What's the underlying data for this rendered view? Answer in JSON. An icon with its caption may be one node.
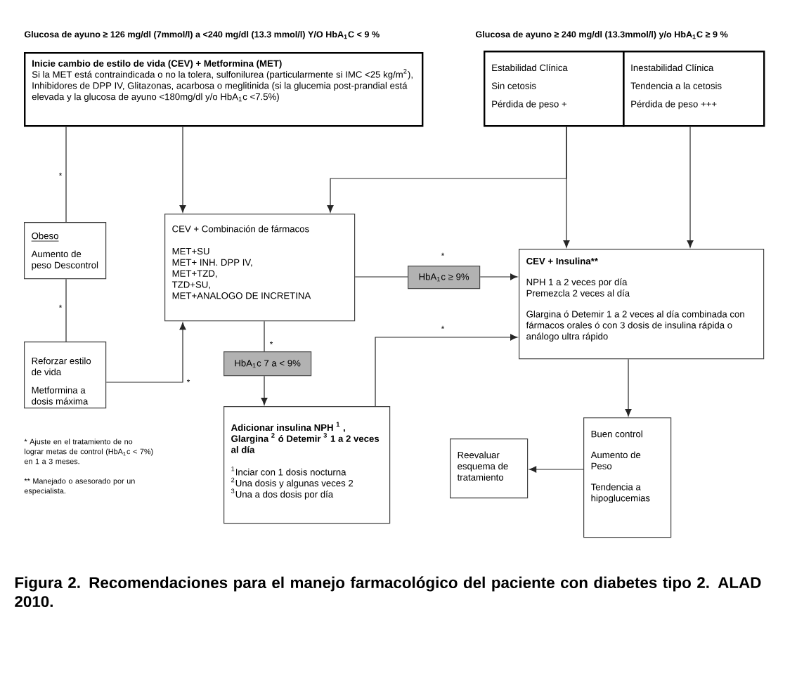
{
  "diagram": {
    "caption": "Figura 2. Recomendaciones para el manejo farmacológico del paciente con diabetes tipo 2. ALAD 2010.",
    "nodes": [
      {
        "text": [
          "Inicie  cambio de estilo de vida (CEV) + Metformina (MET)",
          "Si la MET está contraindicada o no la tolera,  sulfonilurea (particularmente si IMC <25 kg/m$^{2}$), Inhibidores de DPP IV,  Glitazonas,  acarbosa o meglitinida (si la glucemia post-prandial está  elevada  y la glucosa de ayuno <180mg/dl y/o HbA$_{1}$c <7.5%)"
        ]
      },
      {
        "text": [
          "Estabilidad Clínica",
          "Sin cetosis",
          "Pérdida de peso +"
        ]
      },
      {
        "text": [
          "Inestabilidad Clínica",
          "Tendencia a la cetosis",
          "Pérdida de peso +++"
        ]
      },
      {
        "text": [
          "Obeso",
          "Aumento de peso Descontrol"
        ]
      },
      {
        "text": [
          "Reforzar estilo de vida",
          "Metformina a dosis máxima"
        ]
      },
      {
        "text": [
          "CEV + Combinación de fármacos",
          "MET+SU",
          "MET+ INH. DPP IV,",
          "MET+TZD,",
          "TZD+SU,",
          "MET+ANALOGO DE INCRETINA"
        ]
      },
      {
        "text": [
          "HbA$_{1}$c ≥ 9%"
        ]
      },
      {
        "text": [
          "HbA$_{1}$c 7 a < 9%"
        ]
      },
      {
        "text": [
          "CEV + Insulina**",
          "NPH 1 a 2 veces por día",
          "Premezcla 2 veces al día",
          "Glargina  ó  Detemir  1 a 2 veces al día combinada con fármacos orales ó con 3 dosis de insulina rápida o análogo ultra rápido"
        ]
      },
      {
        "text": [
          "Adicionar insulina NPH $^{1}$ , Glargina $^{2}$ ó Detemir $^{3}$ 1 a  2 veces al día",
          "$^{1}$Inciar con 1 dosis nocturna",
          "$^{2}$Una dosis y algunas veces 2",
          "$^{3}$Una a dos dosis por día"
        ]
      },
      {
        "text": [
          "Buen control",
          "Aumento de Peso",
          "Tendencia  a hipoglucemias"
        ]
      },
      {
        "text": [
          "Reevaluar esquema de tratamiento"
        ]
      }
    ],
    "edges": [
      {
        "from": 0,
        "to": 3,
        "arrow": "none",
        "label": "*"
      },
      {
        "from": 3,
        "to": 4,
        "arrow": "none",
        "label": "*"
      },
      {
        "from": 0,
        "to": 5,
        "arrow": "to"
      },
      {
        "from": 1,
        "to": 5,
        "arrow": "to"
      },
      {
        "from": 1,
        "to": 8,
        "arrow": "to"
      },
      {
        "from": 2,
        "to": 8,
        "arrow": "to"
      },
      {
        "from": 4,
        "to": 5,
        "arrow": "to",
        "label": "*"
      },
      {
        "from": 5,
        "to": 6,
        "arrow": "none",
        "label": "*"
      },
      {
        "from": 6,
        "to": 8,
        "arrow": "to"
      },
      {
        "from": 5,
        "to": 7,
        "arrow": "none",
        "label": "*"
      },
      {
        "from": 7,
        "to": 9,
        "arrow": "to"
      },
      {
        "from": 9,
        "to": 8,
        "arrow": "to",
        "label": "*"
      },
      {
        "from": 8,
        "to": 10,
        "arrow": "to"
      },
      {
        "from": 10,
        "to": 11,
        "arrow": "to"
      }
    ],
    "labels": [
      "Glucosa de ayuno ≥ 126 mg/dl (7mmol/l) a  <240 mg/dl (13.3 mmol/l) Y/O HbA$_{1}$C < 9 %",
      "Glucosa de ayuno ≥ 240 mg/dl (13.3mmol/l) y/o HbA$_{1}$C ≥ 9 %",
      "* Ajuste en el tratamiento de no lograr metas de control (HbA$_{1}$c < 7%) en 1 a 3 meses.",
      "** Manejado o asesorado por un especialista."
    ]
  }
}
